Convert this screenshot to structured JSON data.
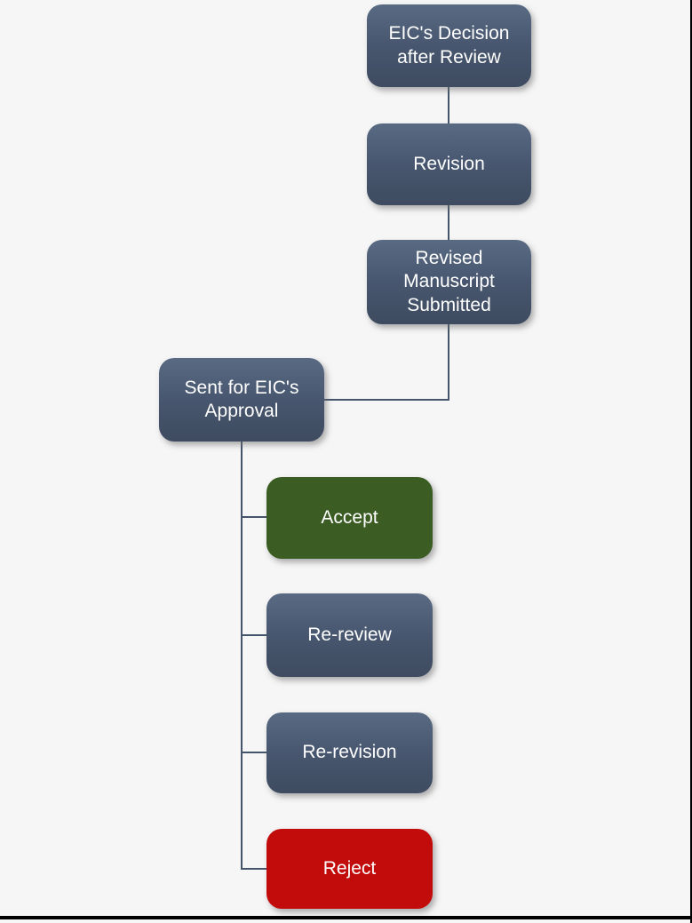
{
  "diagram": {
    "type": "flowchart",
    "nodes": {
      "eic_decision": {
        "label": "EIC's Decision\nafter Review",
        "color": "blue-gray"
      },
      "revision": {
        "label": "Revision",
        "color": "blue-gray"
      },
      "revised_manuscript": {
        "label": "Revised\nManuscript\nSubmitted",
        "color": "blue-gray"
      },
      "sent_for_approval": {
        "label": "Sent for EIC's\nApproval",
        "color": "blue-gray"
      },
      "accept": {
        "label": "Accept",
        "color": "green"
      },
      "re_review": {
        "label": "Re-review",
        "color": "blue-gray"
      },
      "re_revision": {
        "label": "Re-revision",
        "color": "blue-gray"
      },
      "reject": {
        "label": "Reject",
        "color": "red"
      }
    },
    "edges": [
      {
        "from": "eic_decision",
        "to": "revision"
      },
      {
        "from": "revision",
        "to": "revised_manuscript"
      },
      {
        "from": "revised_manuscript",
        "to": "sent_for_approval"
      },
      {
        "from": "sent_for_approval",
        "to": "accept"
      },
      {
        "from": "sent_for_approval",
        "to": "re_review"
      },
      {
        "from": "sent_for_approval",
        "to": "re_revision"
      },
      {
        "from": "sent_for_approval",
        "to": "reject"
      }
    ],
    "colors": {
      "background": "#f6f6f6",
      "node_blue_top": "#596a83",
      "node_blue_bottom": "#3e4b60",
      "node_green": "#3b5c23",
      "node_red": "#c20b0b",
      "connector": "#44546a",
      "node_text": "#ffffff",
      "frame_border": "#000000"
    }
  }
}
